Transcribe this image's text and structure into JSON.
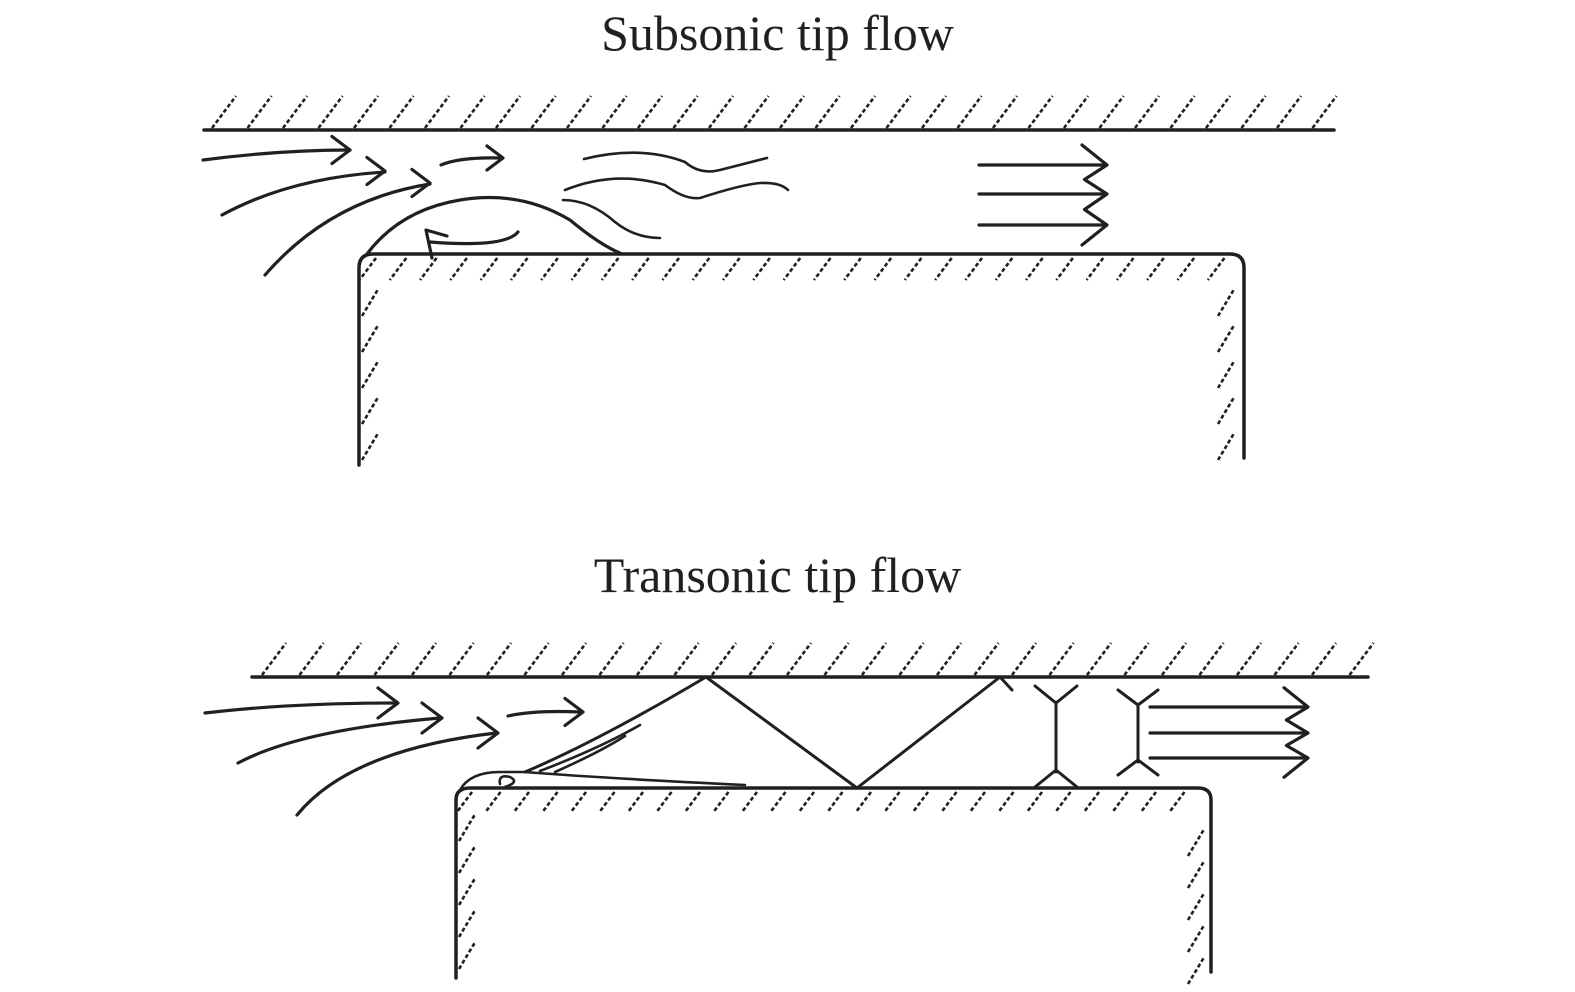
{
  "figure": {
    "panels": [
      {
        "id": "subsonic",
        "title": "Subsonic tip flow",
        "features": [
          "casing-wall",
          "blade-tip",
          "incoming-streamlines",
          "separation-bubble",
          "reverse-flow",
          "wake-streamlines",
          "exit-flow-arrows"
        ]
      },
      {
        "id": "transonic",
        "title": "Transonic tip flow",
        "features": [
          "casing-wall",
          "blade-tip",
          "incoming-streamlines",
          "leading-edge-vortex",
          "oblique-shock-reflections",
          "normal-shocks",
          "exit-flow-arrows"
        ]
      }
    ],
    "colors": {
      "ink": "#231f20",
      "background": "#ffffff"
    }
  }
}
